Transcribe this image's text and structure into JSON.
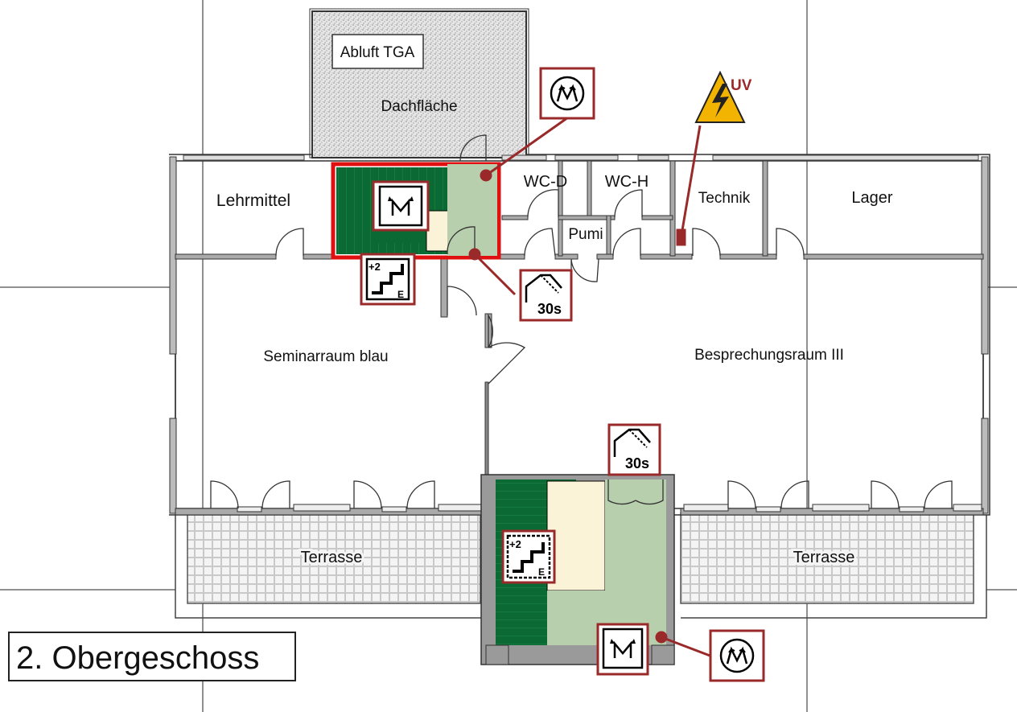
{
  "floor_title": "2. Obergeschoss",
  "rooms": {
    "abluft": "Abluft TGA",
    "dachflaeche": "Dachfläche",
    "lehrmittel": "Lehrmittel",
    "wc_d": "WC-D",
    "wc_h": "WC-H",
    "technik": "Technik",
    "lager": "Lager",
    "pumi": "Pumi",
    "seminarraum": "Seminarraum blau",
    "besprechungsraum": "Besprechungsraum III",
    "terrasse_left": "Terrasse",
    "terrasse_right": "Terrasse"
  },
  "signs": {
    "uv_label": "UV",
    "timer_text": "30s",
    "stair_level": "+2",
    "stair_exit_letter": "E"
  },
  "colors": {
    "stair_green": "#0b6a34",
    "corridor_green": "#b8cfae",
    "fire_red": "#e01010",
    "sign_frame": "#9a2a2a",
    "warning_yellow": "#f2b400",
    "landing_cream": "#fbf3d8",
    "wall_grey": "#9a9a9a"
  },
  "icons": [
    "smoke-detector-icon",
    "high-voltage-warning-icon",
    "staircase-icon",
    "door-closer-timer-icon"
  ]
}
